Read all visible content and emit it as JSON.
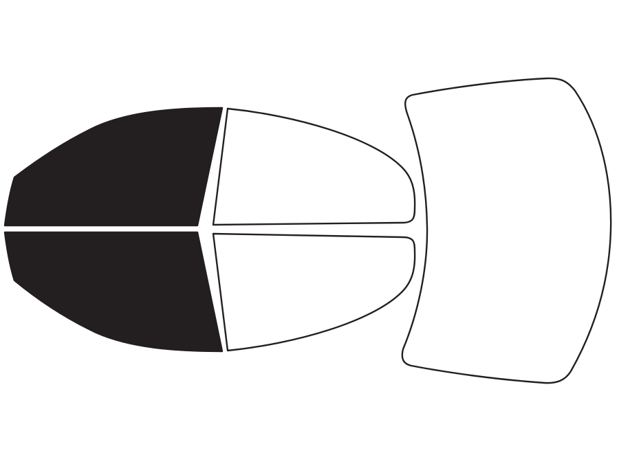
{
  "diagram": {
    "colors": {
      "tinted_fill": "#231f20",
      "clear_fill": "#ffffff",
      "outline": "#231f20"
    },
    "panes": [
      {
        "id": "front-left-window",
        "state": "tinted"
      },
      {
        "id": "rear-left-window",
        "state": "clear"
      },
      {
        "id": "front-right-window",
        "state": "tinted"
      },
      {
        "id": "rear-right-window",
        "state": "clear"
      },
      {
        "id": "rear-windshield",
        "state": "clear"
      }
    ]
  }
}
